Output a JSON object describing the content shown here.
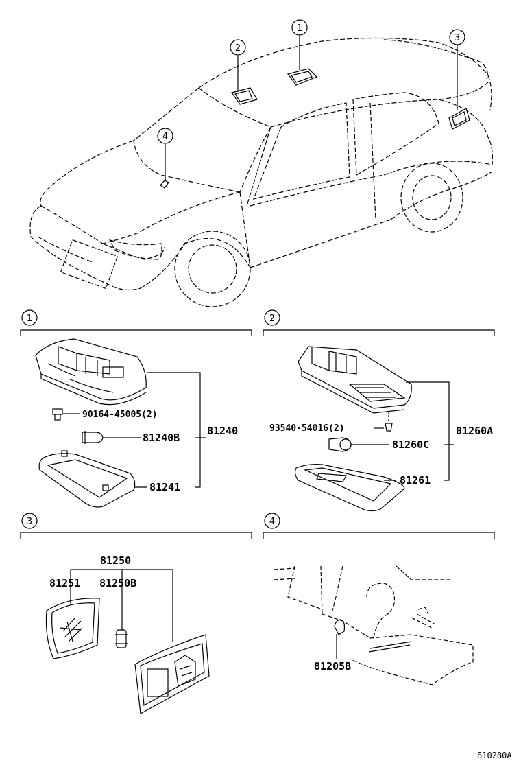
{
  "callouts": {
    "c1": "1",
    "c2": "2",
    "c3": "3",
    "c4": "4"
  },
  "section1": {
    "marker": "1",
    "part_bolt": "90164-45005(2)",
    "part_bulb": "81240B",
    "part_lens": "81241",
    "part_assy": "81240"
  },
  "section2": {
    "marker": "2",
    "part_screw": "93540-54016(2)",
    "part_bulb": "81260C",
    "part_lens": "81261",
    "part_assy": "81260A"
  },
  "section3": {
    "marker": "3",
    "part_assy": "81250",
    "part_lens": "81251",
    "part_bulb": "81250B"
  },
  "section4": {
    "marker": "4",
    "part_bulb": "81205B"
  },
  "diagram_code": "810280A"
}
